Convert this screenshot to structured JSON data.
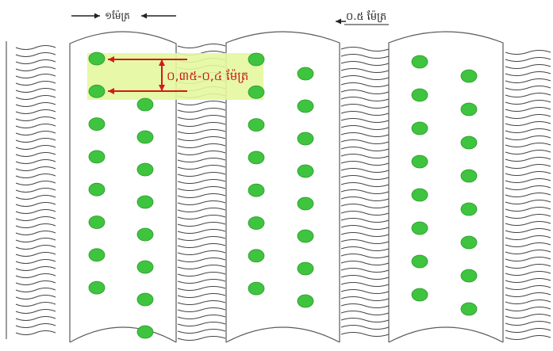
{
  "labels": {
    "bed_width": "១ម៉ែត្រ",
    "furrow_width": "០.៥ ម៉ែត្រ",
    "plant_spacing": "០,៣៥-០,៤ ម៉ែត្រ"
  },
  "colors": {
    "plant": "#3ec43e",
    "plant_stroke": "#2a9a2a",
    "highlight": "#e4f7a0",
    "dimension_line": "#d21a1a",
    "bed_outline": "#5a5a5a",
    "furrow_wave": "#444444",
    "arrow": "#222222"
  },
  "diagram": {
    "bed_count": 3,
    "plant_rows_per_bed": 2,
    "plants_per_row": 8
  }
}
